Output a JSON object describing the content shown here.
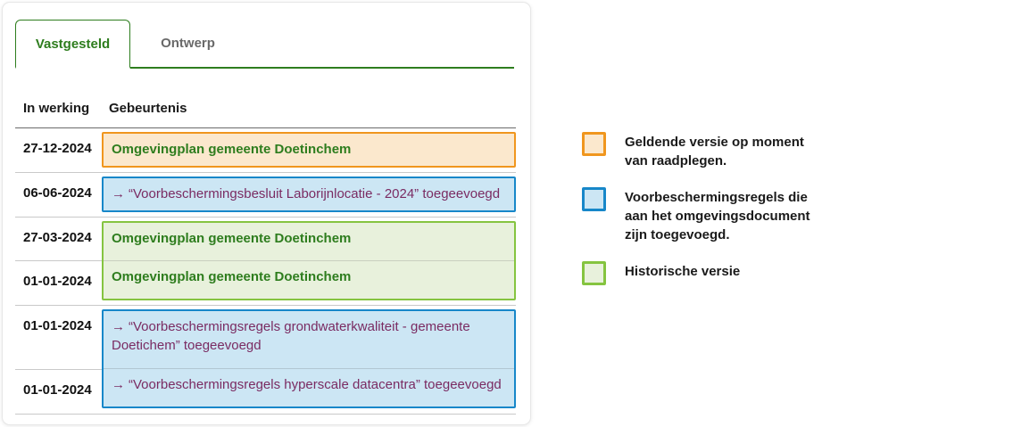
{
  "tabs": {
    "vastgesteld": "Vastgesteld",
    "ontwerp": "Ontwerp"
  },
  "table": {
    "header_in_werking": "In werking",
    "header_gebeurtenis": "Gebeurtenis",
    "rows": [
      {
        "date": "27-12-2024",
        "text": "Omgevingplan gemeente Doetinchem",
        "style": "current-orange"
      },
      {
        "date": "06-06-2024",
        "arrow": "→",
        "text": "“Voorbeschermingsbesluit Laborijnlocatie - 2024” toegeevoegd",
        "style": "added-blue"
      },
      {
        "date": "27-03-2024",
        "text": "Omgevingplan gemeente Doetinchem",
        "style": "historic-green"
      },
      {
        "date": "01-01-2024",
        "text": "Omgevingplan gemeente Doetinchem",
        "style": "historic-green"
      },
      {
        "date": "01-01-2024",
        "arrow": "→",
        "text": "“Voorbeschermingsregels grondwaterkwaliteit - gemeente Doetichem” toegeevoegd",
        "style": "added-blue"
      },
      {
        "date": "01-01-2024",
        "arrow": "→",
        "text": "“Voorbeschermingsregels hyperscale datacentra” toegeevoegd",
        "style": "added-blue"
      }
    ]
  },
  "legend": {
    "items": [
      {
        "swatch": "orange",
        "label": "Geldende versie op moment van raadplegen."
      },
      {
        "swatch": "blue",
        "label": "Voorbeschermingsregels die aan het omgevingsdocument zijn toegevoegd."
      },
      {
        "swatch": "green",
        "label": "Historische versie"
      }
    ]
  },
  "colors": {
    "tab_active_green": "#2e7d1e",
    "tab_inactive_gray": "#696969",
    "orange_border": "#f0961e",
    "orange_fill": "#fbe8cd",
    "blue_border": "#1787c9",
    "blue_fill": "#cce6f4",
    "green_border": "#85c440",
    "green_fill": "#e8f1dc",
    "plan_text_green": "#2e7d1e",
    "added_text_purple": "#7a2b62",
    "header_divider": "#6b6b6b",
    "row_divider": "#c9c9c9"
  }
}
